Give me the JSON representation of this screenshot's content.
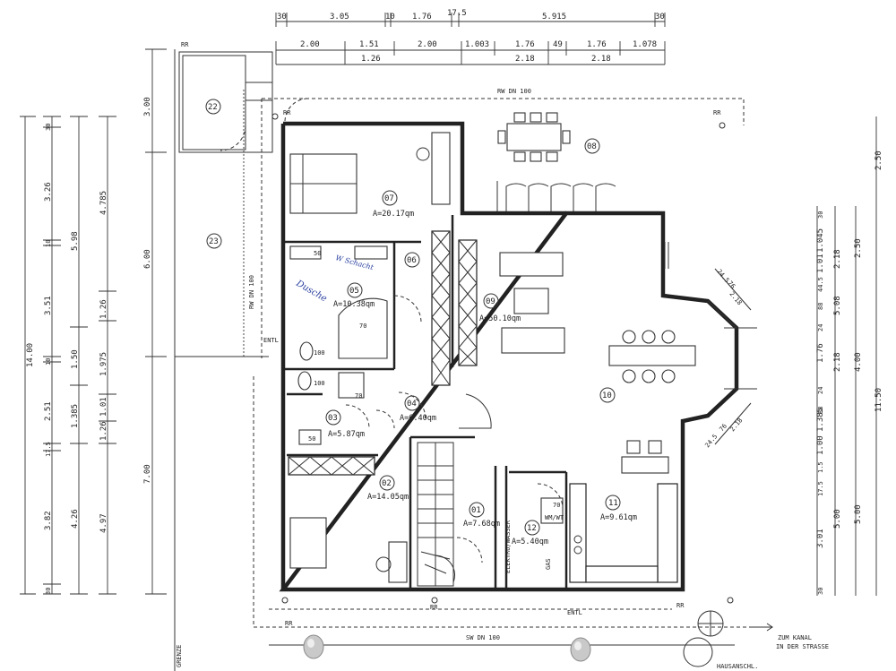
{
  "dims_top_row1": [
    "30",
    "3.05",
    "10",
    "1.76",
    "17.5",
    "5.915",
    "30"
  ],
  "dims_top_row2": [
    "2.00",
    "1.51",
    "2.00",
    "1.003",
    "1.76",
    "49",
    "1.76",
    "1.078"
  ],
  "dims_top_row3": [
    "1.26",
    "2.18",
    "2.18"
  ],
  "dims_left_outer": [
    "14.00"
  ],
  "dims_left_col2": [
    "3.00",
    "6.00",
    "7.00"
  ],
  "dims_left_col3": [
    "30",
    "3.26",
    "10",
    "3.51",
    "10",
    "2.51",
    "17.5",
    "3.82",
    "30"
  ],
  "dims_left_col4": [
    "5.98",
    "1.50",
    "1.385",
    "4.26"
  ],
  "dims_left_col5": [
    "4.785",
    "1.26",
    "1.975",
    "1.01",
    "1.26",
    "4.97"
  ],
  "dims_right_col1": [
    "30",
    "1.045",
    "1.01",
    "44.5",
    "88",
    "24",
    "1.76",
    "24",
    "88",
    "1.385",
    "1.00",
    "1.5",
    "17.5",
    "3.01",
    "30"
  ],
  "dims_right_col2": [
    "2.18",
    "5.08",
    "2.18",
    "5.00"
  ],
  "dims_right_col3": [
    "2.50",
    "4.00",
    "5.00"
  ],
  "dims_right_col4": [
    "2.50",
    "11.50"
  ],
  "dims_bay": [
    "24.5",
    "76",
    "2.18",
    "24.5",
    "76",
    "2.18"
  ],
  "rooms": [
    {
      "no": "01",
      "area": "A=7.68qm"
    },
    {
      "no": "02",
      "area": "A=14.05qm"
    },
    {
      "no": "03",
      "area": "A=5.87qm"
    },
    {
      "no": "04",
      "area": "A=6.40qm"
    },
    {
      "no": "05",
      "area": "A=10.38qm"
    },
    {
      "no": "06",
      "area": ""
    },
    {
      "no": "07",
      "area": "A=20.17qm"
    },
    {
      "no": "08",
      "area": ""
    },
    {
      "no": "09",
      "area": "A=50.10qm"
    },
    {
      "no": "10",
      "area": ""
    },
    {
      "no": "11",
      "area": "A=9.61qm"
    },
    {
      "no": "12",
      "area": "A=5.40qm"
    },
    {
      "no": "22",
      "area": ""
    },
    {
      "no": "23",
      "area": ""
    }
  ],
  "labels": {
    "rr": "RR",
    "rw_top": "RW DN 100",
    "rw_left": "RW DN 100",
    "sw_bottom": "SW DN 100",
    "entl": "ENTL",
    "zum_kanal": "ZUM KANAL",
    "in_der_strasse": "IN DER STRASSE",
    "grenze": "GRENZE",
    "elektro": "ELEKTRO/WASSER",
    "gas": "GAS",
    "wm_wt": "WM/WT",
    "dusche": "Dusche",
    "w_schacht": "W Schacht",
    "fixture_50": "50",
    "fixture_70": "70",
    "fixture_100": "100",
    "bottom_cut": "HAUSANSCHL."
  },
  "colors": {
    "line": "#222222",
    "annotation_blue": "#2a3f9f",
    "pin": "#9a9a9a"
  },
  "icons": [
    "pushpin-icon",
    "downspout-icon",
    "manhole-icon"
  ]
}
